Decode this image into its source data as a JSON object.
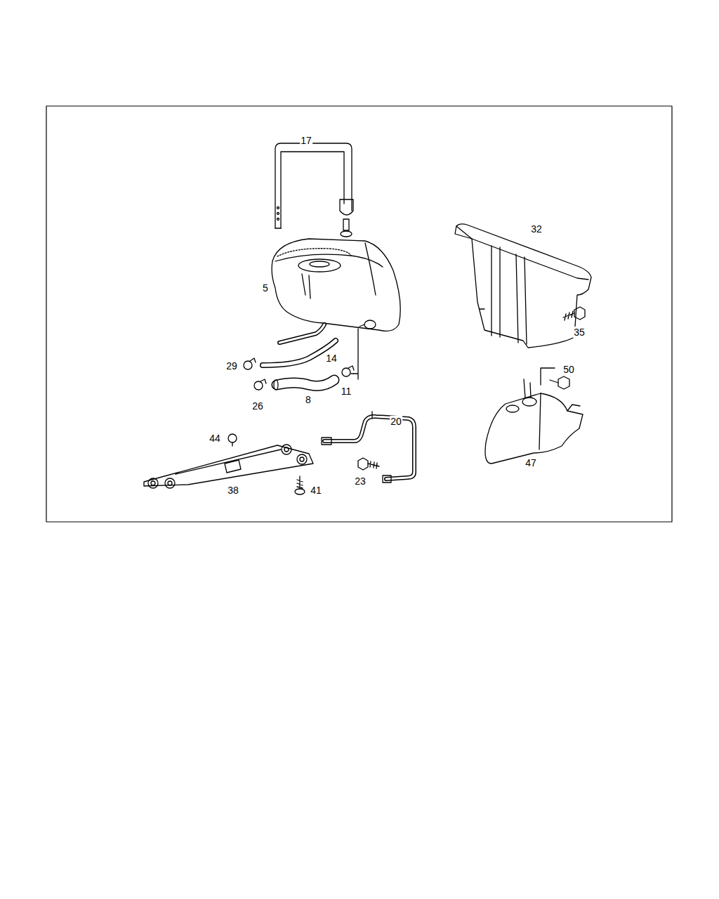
{
  "diagram": {
    "labels": [
      "17",
      "32",
      "5",
      "35",
      "14",
      "29",
      "50",
      "11",
      "26",
      "8",
      "20",
      "44",
      "23",
      "47",
      "38",
      "41"
    ]
  }
}
